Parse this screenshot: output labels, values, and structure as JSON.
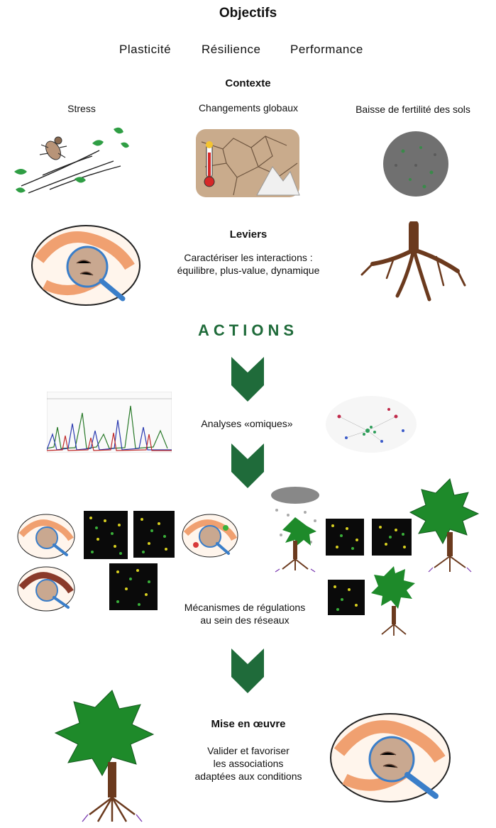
{
  "objectifs": {
    "title": "Objectifs",
    "items": [
      "Plasticité",
      "Résilience",
      "Performance"
    ]
  },
  "contexte": {
    "title": "Contexte",
    "items": [
      "Stress",
      "Changements globaux",
      "Baisse de fertilité des sols"
    ]
  },
  "leviers": {
    "title": "Leviers",
    "line1": "Caractériser les interactions :",
    "line2": "équilibre, plus-value, dynamique"
  },
  "actions": {
    "title": "ACTIONS",
    "omics": "Analyses «omiques»",
    "mech_line1": "Mécanismes de régulations",
    "mech_line2": "au sein des réseaux"
  },
  "mise": {
    "title": "Mise en œuvre",
    "line1": "Valider et  favoriser",
    "line2": "les associations",
    "line3": "adaptées aux conditions"
  },
  "colors": {
    "accent_green": "#1f6b3a",
    "leaf_green": "#1e8a2a",
    "root_brown": "#6b3a1e"
  }
}
